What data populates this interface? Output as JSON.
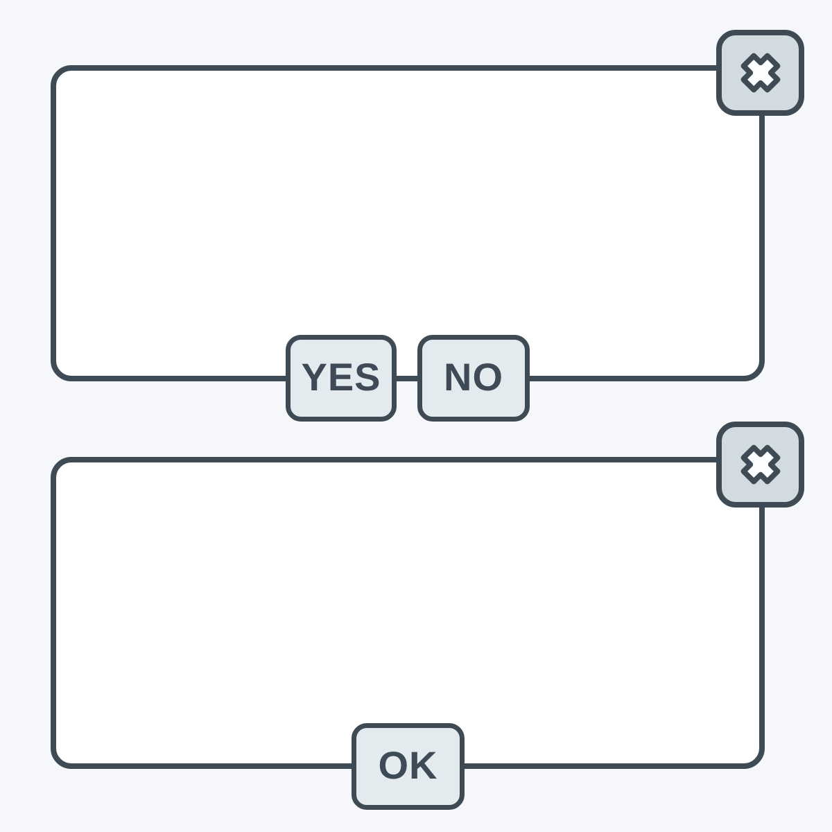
{
  "page": {
    "background_color": "#f5f7fa",
    "outline_color": "#3e4a54"
  },
  "colors": {
    "dialog_fill": "#ffffff",
    "close_button_fill": "#d1dbe0",
    "action_button_fill": "#e4ebef",
    "x_glyph_fill": "#fdfeff",
    "text_color": "#3e4a55"
  },
  "confirm_dialog": {
    "close_icon": "x-close-icon",
    "yes_label": "YES",
    "no_label": "NO"
  },
  "alert_dialog": {
    "close_icon": "x-close-icon",
    "ok_label": "OK"
  }
}
